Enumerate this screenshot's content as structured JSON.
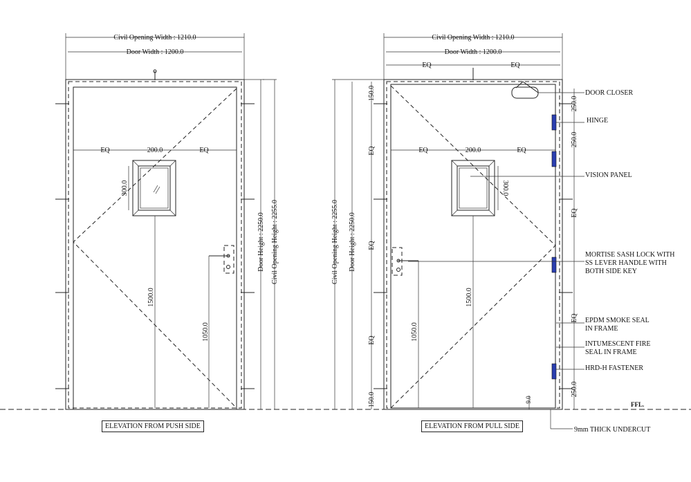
{
  "push_view": {
    "civil_width": "Civil Opening Width : 1210.0",
    "door_width": "Door Width : 1200.0",
    "eq": "EQ",
    "panel_width": "200.0",
    "panel_height": "300.0",
    "handle_height": "1050.0",
    "panel_bottom": "1500.0",
    "door_height": "Door Height : 2250.0",
    "civil_height": "Civil Opening Height : 2255.0",
    "caption": "ELEVATION FROM PUSH SIDE"
  },
  "pull_view": {
    "civil_width": "Civil Opening Width : 1210.0",
    "door_width": "Door Width : 1200.0",
    "eq": "EQ",
    "top_offset": "150.0",
    "bottom_offset": "150.0",
    "panel_width": "200.0",
    "panel_height": "300.0",
    "handle_height": "1050.0",
    "panel_bottom": "1500.0",
    "door_height": "Door Height : 2250.0",
    "civil_height": "Civil Opening Height : 2255.0",
    "undercut_dim": "9.0",
    "hinge_top": "250.0",
    "hinge_spacing": "250.0",
    "hinge_bottom": "250.0",
    "caption": "ELEVATION FROM PULL SIDE"
  },
  "labels": {
    "door_closer": "DOOR CLOSER",
    "hinge": "HINGE",
    "vision_panel": "VISION PANEL",
    "lock_1": "MORTISE SASH LOCK WITH",
    "lock_2": "SS LEVER HANDLE WITH",
    "lock_3": "BOTH SIDE KEY",
    "epdm_1": "EPDM SMOKE SEAL",
    "epdm_2": "IN FRAME",
    "fire_1": "INTUMESCENT FIRE",
    "fire_2": "SEAL IN FRAME",
    "fastener": "HRD-H FASTENER",
    "ffl": "FFL.",
    "undercut": "9mm THICK UNDERCUT"
  },
  "colors": {
    "hinge_blue": "#2b3fb0"
  }
}
